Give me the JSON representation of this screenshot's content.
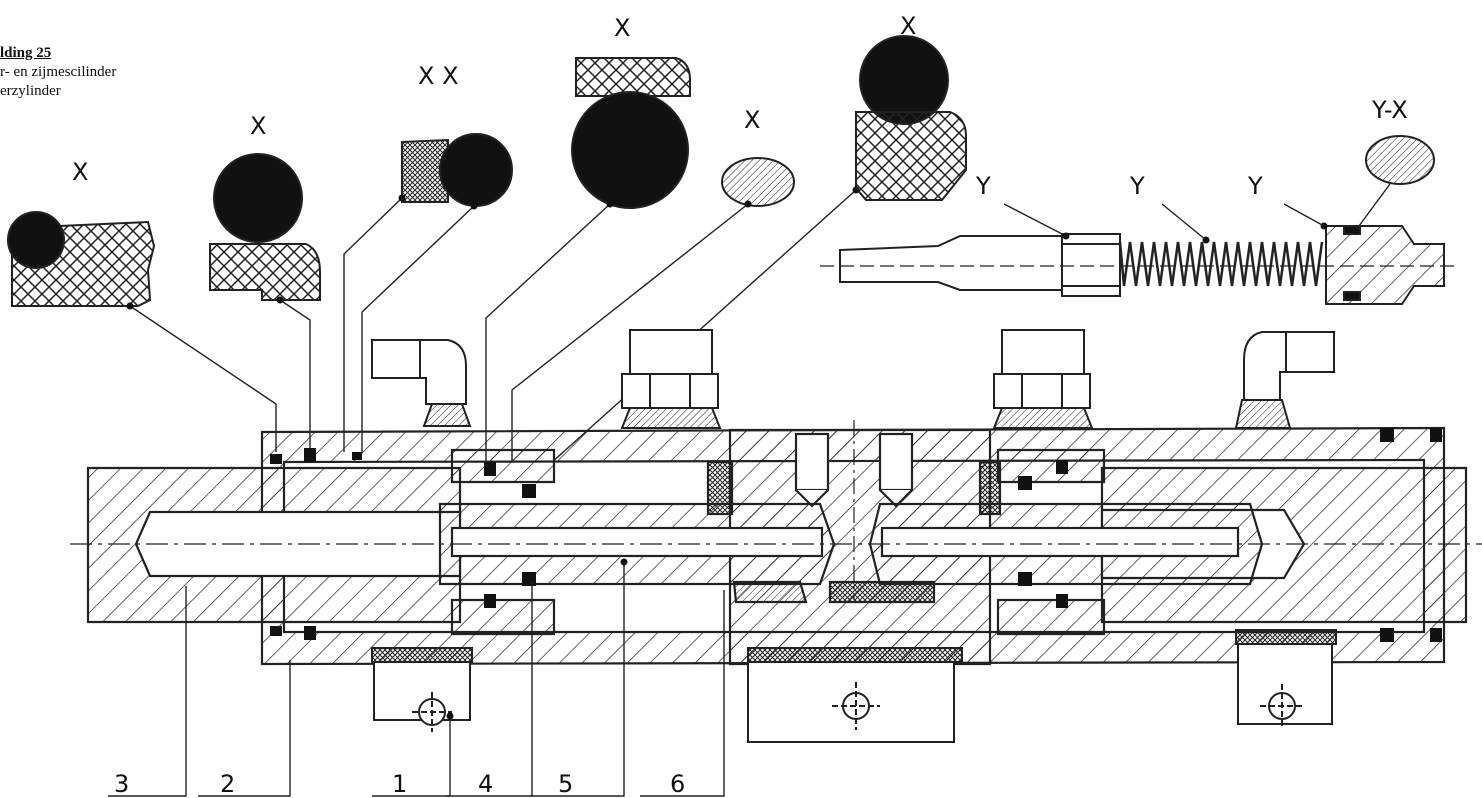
{
  "caption": {
    "title": "lding 25",
    "line1": "r- en zijmescilinder",
    "line2": "erzylinder"
  },
  "seal_labels": {
    "x1": "X",
    "x2": "X",
    "xx": "X X",
    "x3": "X",
    "x4": "X",
    "x5": "X",
    "y1": "Y",
    "y2": "Y",
    "y3": "Y",
    "yx": "Y-X"
  },
  "part_numbers": [
    "3",
    "2",
    "1",
    "4",
    "5",
    "6"
  ]
}
